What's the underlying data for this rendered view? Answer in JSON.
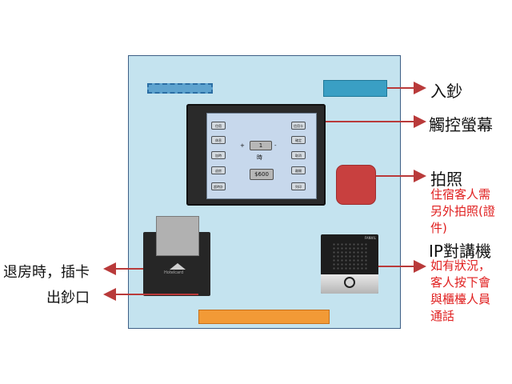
{
  "labels": {
    "cash_in": "入鈔",
    "touchscreen": "觸控螢幕",
    "photo": "拍照",
    "photo_note": [
      "住宿客人需",
      "另外拍照(證",
      "件)"
    ],
    "intercom": "IP對講機",
    "intercom_note": [
      "如有狀況，",
      "客人按下會",
      "與櫃檯人員",
      "通話"
    ],
    "checkout": "退房時，插卡",
    "cash_out": "出鈔口"
  },
  "screen": {
    "left_buttons": [
      "住宿",
      "休息",
      "加時",
      "退房",
      "超時計"
    ],
    "right_buttons": [
      "信用卡",
      "確定",
      "取消",
      "離開",
      "列印"
    ],
    "plus": "+",
    "minus": "-",
    "hours_value": "1",
    "hours_unit": "時",
    "price": "$600"
  },
  "devices": {
    "intercom_brand": "FANVIL",
    "keycard_brand": "Hotelcard"
  },
  "colors": {
    "panel": "#c4e3ef",
    "arrow": "#b93a3a",
    "note_text": "#e02020",
    "cash_in": "#3a9fc4",
    "cash_out": "#f29a36",
    "camera": "#c8403f"
  }
}
